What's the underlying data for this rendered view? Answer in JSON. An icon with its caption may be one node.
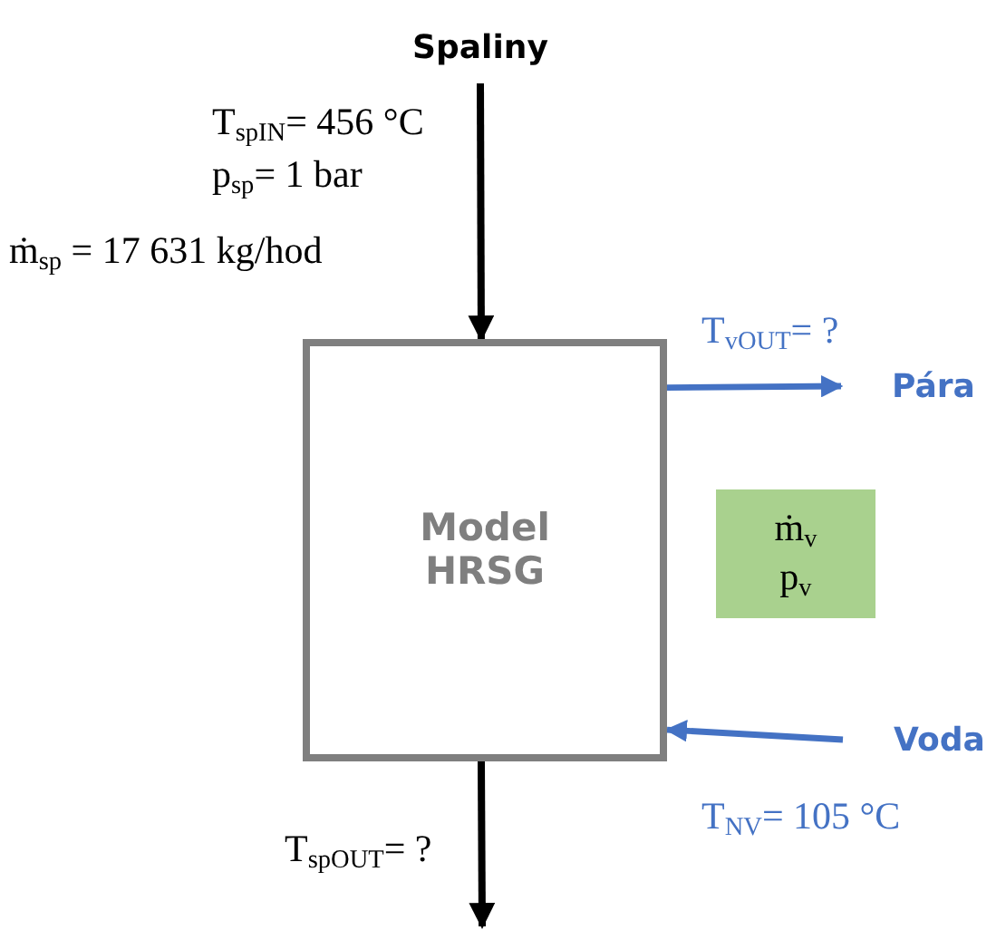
{
  "diagram": {
    "nodes": [
      {
        "text": [
          "Spaliny"
        ]
      },
      {
        "text": [
          "Model HRSG"
        ]
      },
      {
        "text": [
          "ṁ$_{v}$",
          "p$_{v}$"
        ]
      },
      {
        "text": [
          "Pára"
        ]
      },
      {
        "text": [
          "Voda"
        ]
      }
    ],
    "edges": [
      {
        "from": 0,
        "to": 1,
        "arrow": "to"
      },
      {
        "from": 1,
        "to": 3,
        "arrow": "to",
        "color": "#4472c4"
      },
      {
        "from": 4,
        "to": 1,
        "arrow": "to",
        "color": "#4472c4"
      },
      {
        "from": 1,
        "to": null,
        "arrow": "to"
      }
    ],
    "labels": [
      "T$_{spIN}$= 456 °C",
      "p$_{sp}$= 1 bar",
      "ṁ$_{sp}$ = 17 631 kg/hod",
      "T$_{vOUT}$= ?",
      "T$_{NV}$= 105 °C",
      "T$_{spOUT}$= ?"
    ]
  }
}
